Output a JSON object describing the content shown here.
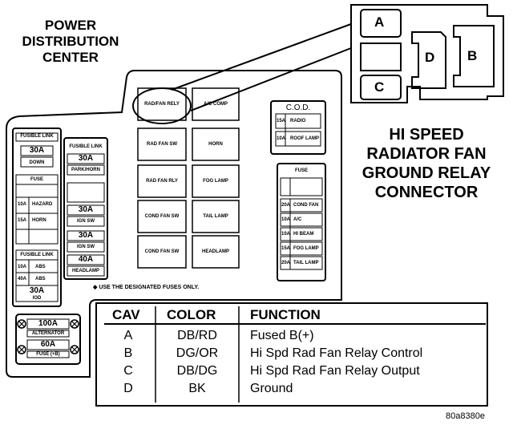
{
  "diagram": {
    "title_lines": [
      "POWER",
      "DISTRIBUTION",
      "CENTER"
    ],
    "connector_title_lines": [
      "HI SPEED",
      "RADIATOR FAN",
      "GROUND RELAY",
      "CONNECTOR"
    ],
    "connector_cavities": [
      "A",
      "B",
      "C",
      "D"
    ],
    "left_block": {
      "fusible_link_header": "FUSIBLE LINK",
      "fl_30a": "30A",
      "fl_30a_sub": "DOWN",
      "fuse_header": "FUSE",
      "fuse_rows": [
        {
          "amp": "10A",
          "name": "HAZARD"
        },
        {
          "amp": "15A",
          "name": "HORN"
        }
      ],
      "fusible_link2_header": "FUSIBLE LINK",
      "fl2_rows": [
        {
          "amp": "10A",
          "name": "ABS"
        },
        {
          "amp": "40A",
          "name": "ABS"
        }
      ],
      "fl2_30a": "30A",
      "fl2_30a_sub": "IOD"
    },
    "mid_block": {
      "header": "FUSIBLE LINK",
      "items": [
        {
          "amp": "30A",
          "name": "PARK/HORN"
        },
        {
          "amp": "30A",
          "name": "IGN SW"
        },
        {
          "amp": "30A",
          "name": "IGN SW"
        },
        {
          "amp": "40A",
          "name": "HEADLAMP"
        }
      ]
    },
    "bottom_block": {
      "items": [
        {
          "amp": "100A",
          "name": "ALTERNATOR"
        },
        {
          "amp": "60A",
          "name": "FUSE (+B)"
        }
      ]
    },
    "relays_left": [
      "RAD/FAN RELY",
      "RAD FAN SW",
      "RAD FAN RLY",
      "COND FAN SW",
      "COND FAN SW"
    ],
    "relays_right": [
      "A/C COMP",
      "HORN",
      "FOG LAMP",
      "TAIL LAMP",
      "HEADLAMP"
    ],
    "cod_block": {
      "header": "C.O.D.",
      "rows": [
        {
          "amp": "15A",
          "name": "RADIO"
        },
        {
          "amp": "10A",
          "name": "ROOF LAMP"
        }
      ]
    },
    "fuse_block": {
      "header": "FUSE",
      "rows": [
        {
          "amp": "20A",
          "name": "COND FAN"
        },
        {
          "amp": "10A",
          "name": "A/C"
        },
        {
          "amp": "10A",
          "name": "HI BEAM"
        },
        {
          "amp": "15A",
          "name": "FOG LAMP"
        },
        {
          "amp": "20A",
          "name": "TAIL LAMP"
        }
      ]
    },
    "note": "◆ USE THE DESIGNATED FUSES ONLY."
  },
  "table": {
    "headers": [
      "CAV",
      "COLOR",
      "FUNCTION"
    ],
    "rows": [
      {
        "cav": "A",
        "color": "DB/RD",
        "function": "Fused B(+)"
      },
      {
        "cav": "B",
        "color": "DG/OR",
        "function": "Hi Spd Rad Fan Relay Control"
      },
      {
        "cav": "C",
        "color": "DB/DG",
        "function": "Hi Spd Rad Fan Relay Output"
      },
      {
        "cav": "D",
        "color": "BK",
        "function": "Ground"
      }
    ]
  },
  "figure_code": "80a8380e"
}
